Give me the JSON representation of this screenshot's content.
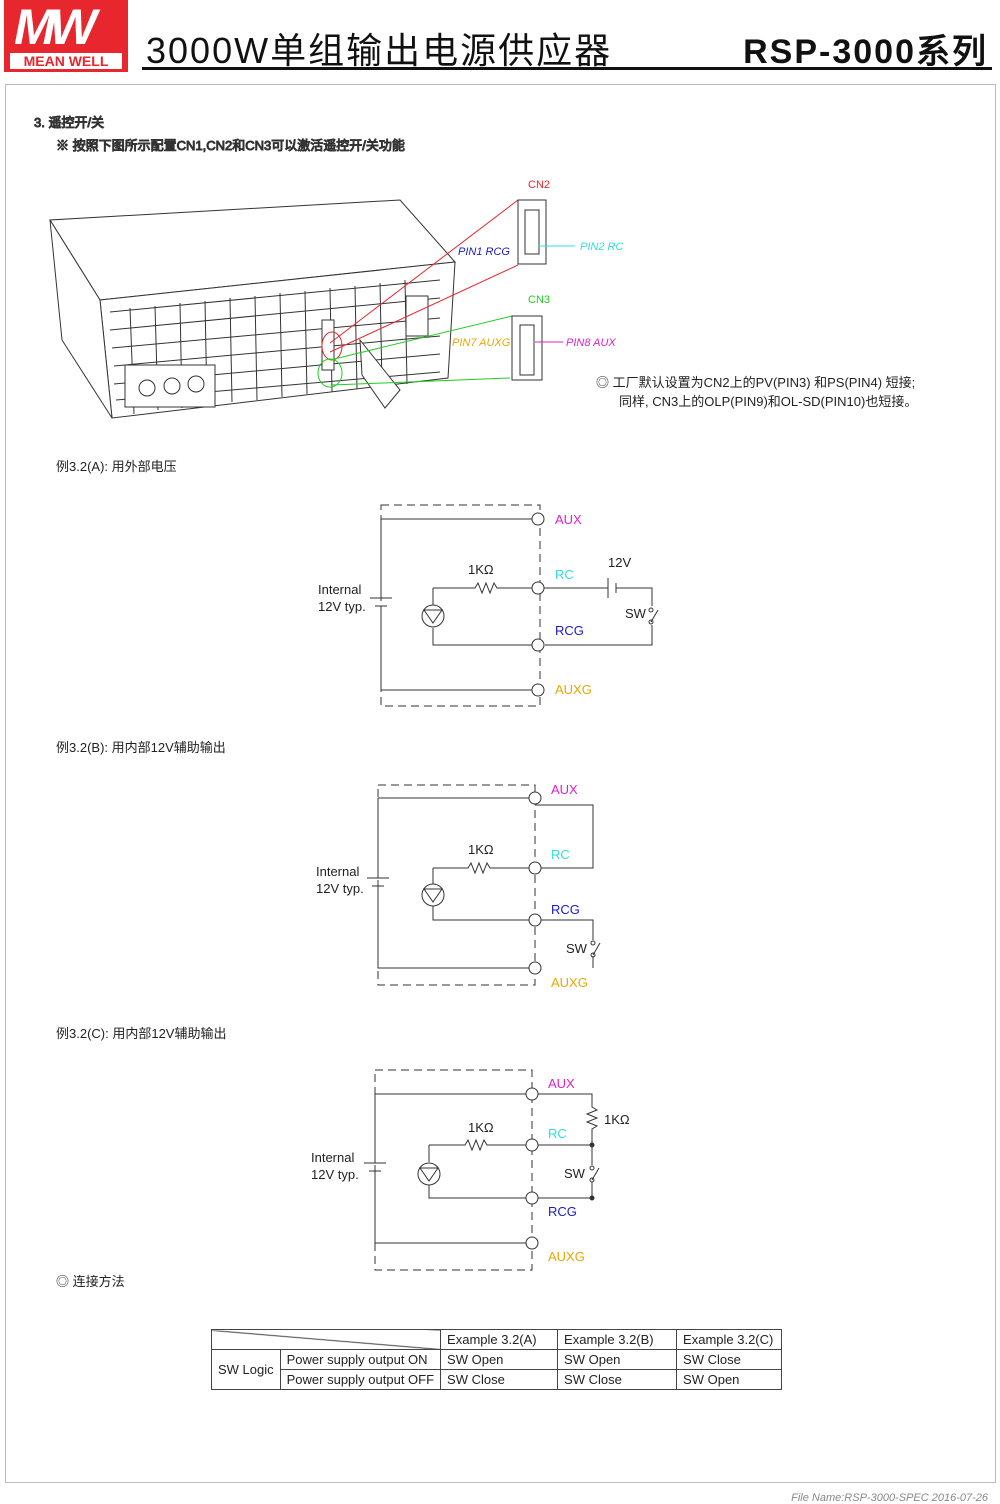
{
  "header": {
    "logo_text": "MW",
    "logo_name": "MEAN WELL",
    "title": "3000W单组输出电源供应器",
    "series": "RSP-3000系列"
  },
  "section": {
    "heading": "3. 遥控开/关",
    "note": "※ 按照下图所示配置CN1,CN2和CN3可以激活遥控开/关功能"
  },
  "connectors": {
    "cn2": "CN2",
    "cn3": "CN3",
    "pin1": "PIN1 RCG",
    "pin2": "PIN2 RC",
    "pin7": "PIN7 AUXG",
    "pin8": "PIN8 AUX",
    "factory_note_1": "◎ 工厂默认设置为CN2上的PV(PIN3) 和PS(PIN4) 短接;",
    "factory_note_2": "同样, CN3上的OLP(PIN9)和OL-SD(PIN10)也短接。"
  },
  "colors": {
    "cn2": "#e8262d",
    "cn3": "#22cc22",
    "rcg": "#1a1acc",
    "rc": "#33dddd",
    "aux": "#dd22cc",
    "auxg": "#e8a800"
  },
  "examples": [
    {
      "caption": "例3.2(A): 用外部电压",
      "internal": "Internal",
      "typ": "12V typ.",
      "resistor": "1KΩ",
      "aux": "AUX",
      "rc": "RC",
      "rcg": "RCG",
      "auxg": "AUXG",
      "sw": "SW",
      "supply": "12V"
    },
    {
      "caption": "例3.2(B): 用内部12V辅助输出",
      "internal": "Internal",
      "typ": "12V typ.",
      "resistor": "1KΩ",
      "aux": "AUX",
      "rc": "RC",
      "rcg": "RCG",
      "auxg": "AUXG",
      "sw": "SW"
    },
    {
      "caption": "例3.2(C): 用内部12V辅助输出",
      "internal": "Internal",
      "typ": "12V typ.",
      "resistor": "1KΩ",
      "resistor2": "1KΩ",
      "aux": "AUX",
      "rc": "RC",
      "rcg": "RCG",
      "auxg": "AUXG",
      "sw": "SW"
    }
  ],
  "method_label": "◎ 连接方法",
  "table": {
    "headers": [
      "Example 3.2(A)",
      "Example 3.2(B)",
      "Example 3.2(C)"
    ],
    "row_group": "SW Logic",
    "rows": [
      {
        "label": "Power supply output ON",
        "values": [
          "SW Open",
          "SW Open",
          "SW Close"
        ]
      },
      {
        "label": "Power supply output OFF",
        "values": [
          "SW Close",
          "SW Close",
          "SW Open"
        ]
      }
    ]
  },
  "footer": "File Name:RSP-3000-SPEC   2016-07-26"
}
